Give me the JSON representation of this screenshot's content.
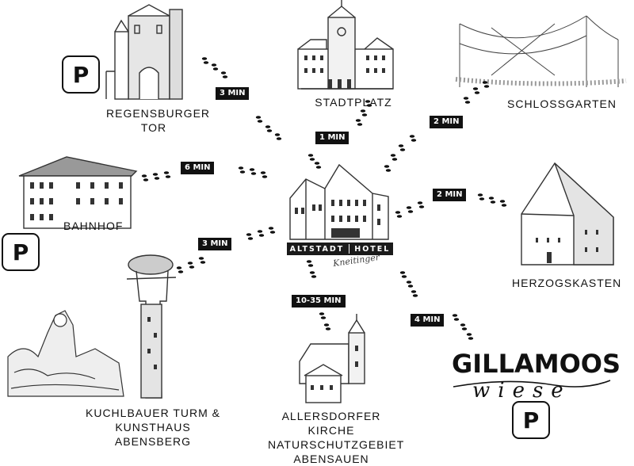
{
  "hotel": {
    "name_left": "ALTSTADT",
    "name_right": "HOTEL",
    "subline": "Kneitinger"
  },
  "destinations": {
    "regensburger_tor": {
      "label": "REGENSBURGER\nTOR",
      "time": "3 MIN",
      "parking": "P"
    },
    "stadtplatz": {
      "label": "STADTPLATZ",
      "time": "1 MIN"
    },
    "schlossgarten": {
      "label": "SCHLOSSGARTEN",
      "time": "2 MIN"
    },
    "bahnhof": {
      "label": "BAHNHOF",
      "time": "6 MIN",
      "parking": "P"
    },
    "herzogskasten": {
      "label": "HERZOGSKASTEN",
      "time": "2 MIN"
    },
    "kuchlbauer": {
      "label": "KUCHLBAUER TURM &\nKUNSTHAUS ABENSBERG",
      "time": "3 MIN"
    },
    "allersdorfer": {
      "label": "ALLERSDORFER KIRCHE\nNATURSCHUTZGEBIET\nABENSAUEN",
      "time": "10-35 MIN"
    },
    "gillamoos": {
      "title": "GILLAMOOS",
      "subtitle": "wiese",
      "time": "4 MIN",
      "parking": "P"
    }
  },
  "colors": {
    "ink": "#111111",
    "badge_bg": "#111111",
    "badge_text": "#ffffff",
    "paper": "#ffffff"
  },
  "icons": [
    "footprints-icon",
    "parking-icon",
    "building-sketch-icon",
    "church-icon",
    "tower-icon",
    "string-lights-icon"
  ]
}
